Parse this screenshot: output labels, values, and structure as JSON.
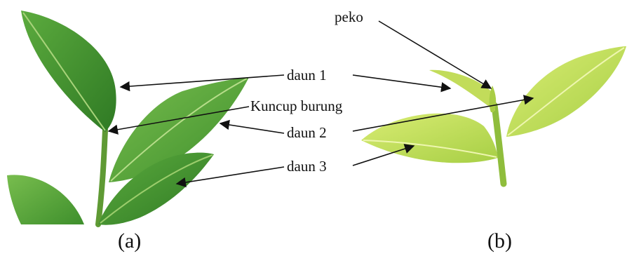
{
  "labels": {
    "peko": "peko",
    "daun1": "daun 1",
    "kuncup": "Kuncup burung",
    "daun2": "daun 2",
    "daun3": "daun 3",
    "panel_a": "(a)",
    "panel_b": "(b)"
  },
  "colors": {
    "leaf_dark": "#3f8f2e",
    "leaf_mid": "#5fae3f",
    "leaf_light": "#c9e05a",
    "leaf_yellow": "#d6e86a",
    "stem": "#6ea53a",
    "text": "#111111"
  }
}
